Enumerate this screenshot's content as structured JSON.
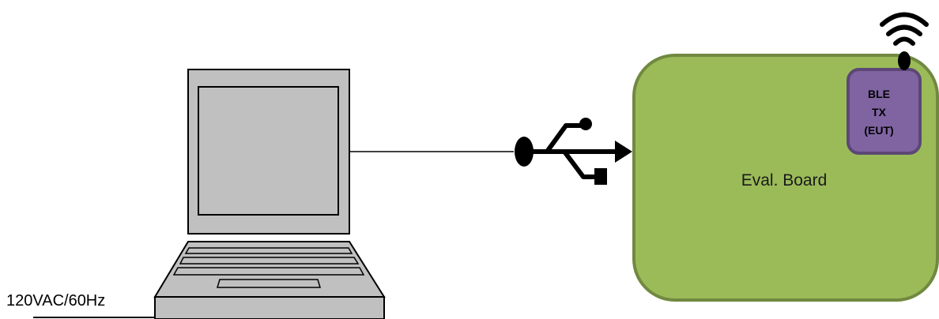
{
  "power_label": "120VAC/60Hz",
  "board": {
    "label": "Eval. Board",
    "fill_color": "#9bbb59",
    "stroke_color": "#71893f"
  },
  "chip": {
    "line1": "BLE",
    "line2": "TX",
    "line3": "(EUT)",
    "fill_color": "#8064a2",
    "stroke_color": "#5c4776"
  },
  "icons": {
    "laptop": "laptop-icon",
    "usb": "usb-icon",
    "wireless": "wireless-signal-icon"
  },
  "colors": {
    "laptop_fill": "#c0c0c0",
    "outline": "#000000"
  }
}
